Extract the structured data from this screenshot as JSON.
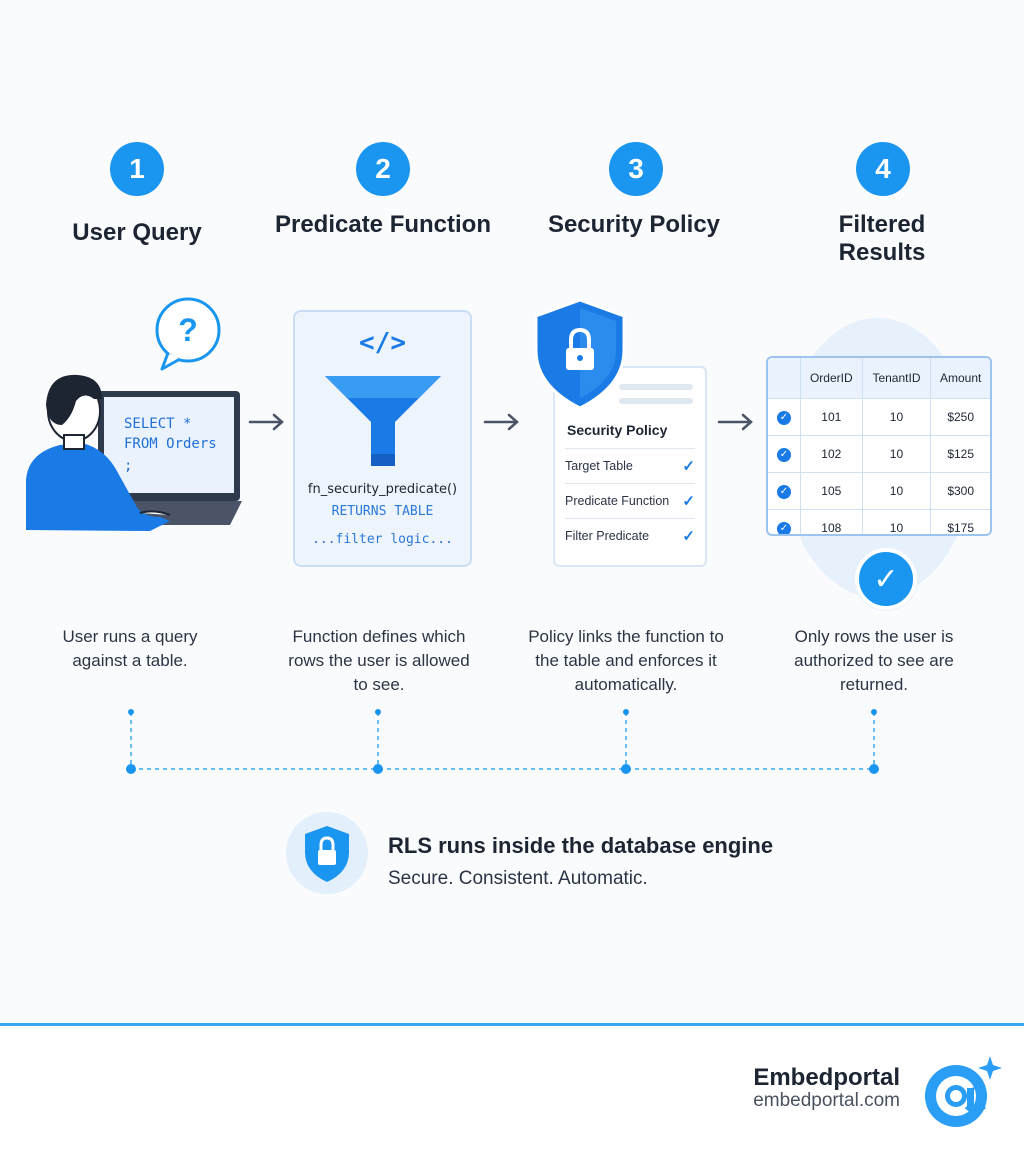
{
  "steps": [
    {
      "number": "1",
      "title": "User Query",
      "description": "User runs a query against a table."
    },
    {
      "number": "2",
      "title": "Predicate Function",
      "description": "Function defines which rows the user is allowed to see."
    },
    {
      "number": "3",
      "title": "Security Policy",
      "description": "Policy links the function to the table and enforces it automatically."
    },
    {
      "number": "4",
      "title": "Filtered Results",
      "description": "Only rows the user is authorized to see are returned."
    }
  ],
  "query_screen": {
    "line1": "SELECT *",
    "line2": "FROM Orders",
    "line3": ";"
  },
  "predicate_card": {
    "code_icon": "</>",
    "function_name": "fn_security_predicate()",
    "returns": "RETURNS TABLE",
    "logic": "...filter logic..."
  },
  "policy_card": {
    "title": "Security Policy",
    "rows": [
      {
        "label": "Target Table"
      },
      {
        "label": "Predicate Function"
      },
      {
        "label": "Filter Predicate"
      }
    ]
  },
  "results_table": {
    "columns": [
      "OrderID",
      "TenantID",
      "Amount"
    ],
    "rows": [
      [
        "101",
        "10",
        "$250"
      ],
      [
        "102",
        "10",
        "$125"
      ],
      [
        "105",
        "10",
        "$300"
      ],
      [
        "108",
        "10",
        "$175"
      ]
    ]
  },
  "banner": {
    "title": "RLS runs inside the database engine",
    "subtitle": "Secure. Consistent. Automatic."
  },
  "footer": {
    "brand": "Embedportal",
    "url": "embedportal.com"
  },
  "icons": {
    "query": "question-bubble-icon",
    "filter": "funnel-icon",
    "shield": "shield-lock-icon",
    "logo": "at-sign-logo"
  },
  "colors": {
    "accent": "#1a96f0",
    "dark_blue": "#1a7be6",
    "text": "#1d2533",
    "footer_line": "#3aa7f2"
  }
}
